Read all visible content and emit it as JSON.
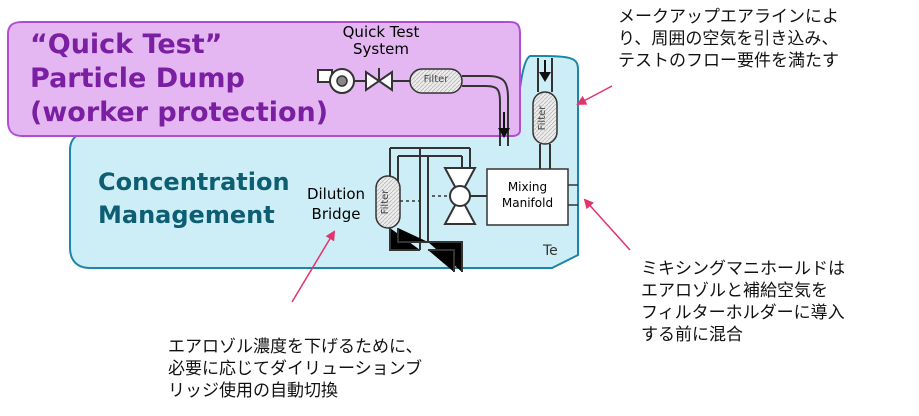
{
  "quick_test_region": {
    "title_lines": [
      "“Quick Test”",
      "Particle Dump",
      "(worker protection)"
    ],
    "system_label_lines": [
      "Quick Test",
      "System"
    ],
    "filter_label": "Filter",
    "color_fill": "#e4b7f3",
    "color_stroke": "#b24bd6",
    "title_color": "#7a1fa2"
  },
  "concentration_region": {
    "title_lines": [
      "Concentration",
      "Management"
    ],
    "dilution_label_lines": [
      "Dilution",
      "Bridge"
    ],
    "dilution_filter_label": "Filter",
    "makeup_filter_label": "Filter",
    "mixing_label_lines": [
      "Mixing",
      "Manifold"
    ],
    "cut_text": "Te",
    "color_fill": "#cdeef7",
    "color_stroke": "#1d86a8",
    "title_color": "#0d5d73"
  },
  "annotations": {
    "makeup_air": [
      "メークアップエアラインによ",
      "り、周囲の空気を引き込み、",
      "テストのフロー要件を満たす"
    ],
    "mixing_manifold": [
      "ミキシングマニホールドは",
      "エアロゾルと補給空気を",
      "フィルターホルダーに導入",
      "する前に混合"
    ],
    "dilution_bridge": [
      "エアロゾル濃度を下げるために、",
      "必要に応じてダイリューションブ",
      "リッジ使用の自動切換"
    ]
  },
  "arrow_color": "#e2336b",
  "icons": {
    "fan": "fan-icon",
    "valve": "valve-icon",
    "large_valve": "large-valve-icon"
  }
}
